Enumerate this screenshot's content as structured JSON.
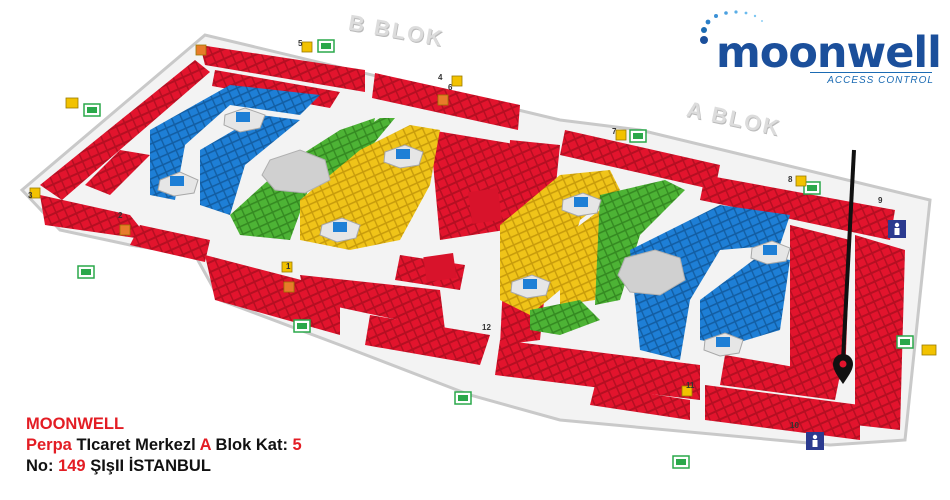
{
  "logo": {
    "brand": "moonwell",
    "tagline": "ACCESS CONTROL",
    "accent_color": "#1b4f9b",
    "icon": "radiating-dots-icon"
  },
  "blocks": {
    "b_label": "B BLOK",
    "a_label": "A BLOK"
  },
  "address": {
    "company": "MOONWELL",
    "line2_part1": "Perpa",
    "line2_part2": " TIcaret Merkezl ",
    "line2_part3": "A",
    "line2_part4": " Blok Kat: ",
    "line2_part5": "5",
    "line3_part1": "No: ",
    "line3_part2": "149",
    "line3_part3": " ŞIşII İSTANBUL"
  },
  "map": {
    "colors": {
      "shop": "#e2142d",
      "shop_dark": "#a80f22",
      "blue_zone": "#1e7fd6",
      "green_zone": "#4db335",
      "yellow_zone": "#f0c419",
      "floor": "#f2f2f2",
      "wall": "#cfcfcf"
    },
    "numbered_markers": [
      "1",
      "2",
      "3",
      "4",
      "5",
      "6",
      "7",
      "8",
      "9",
      "10",
      "11",
      "12"
    ],
    "location_pin": "map-pin-icon",
    "exit_icon": "exit-sign-icon",
    "wc_icon": "wc-icon",
    "elevator_icon": "elevator-icon"
  }
}
